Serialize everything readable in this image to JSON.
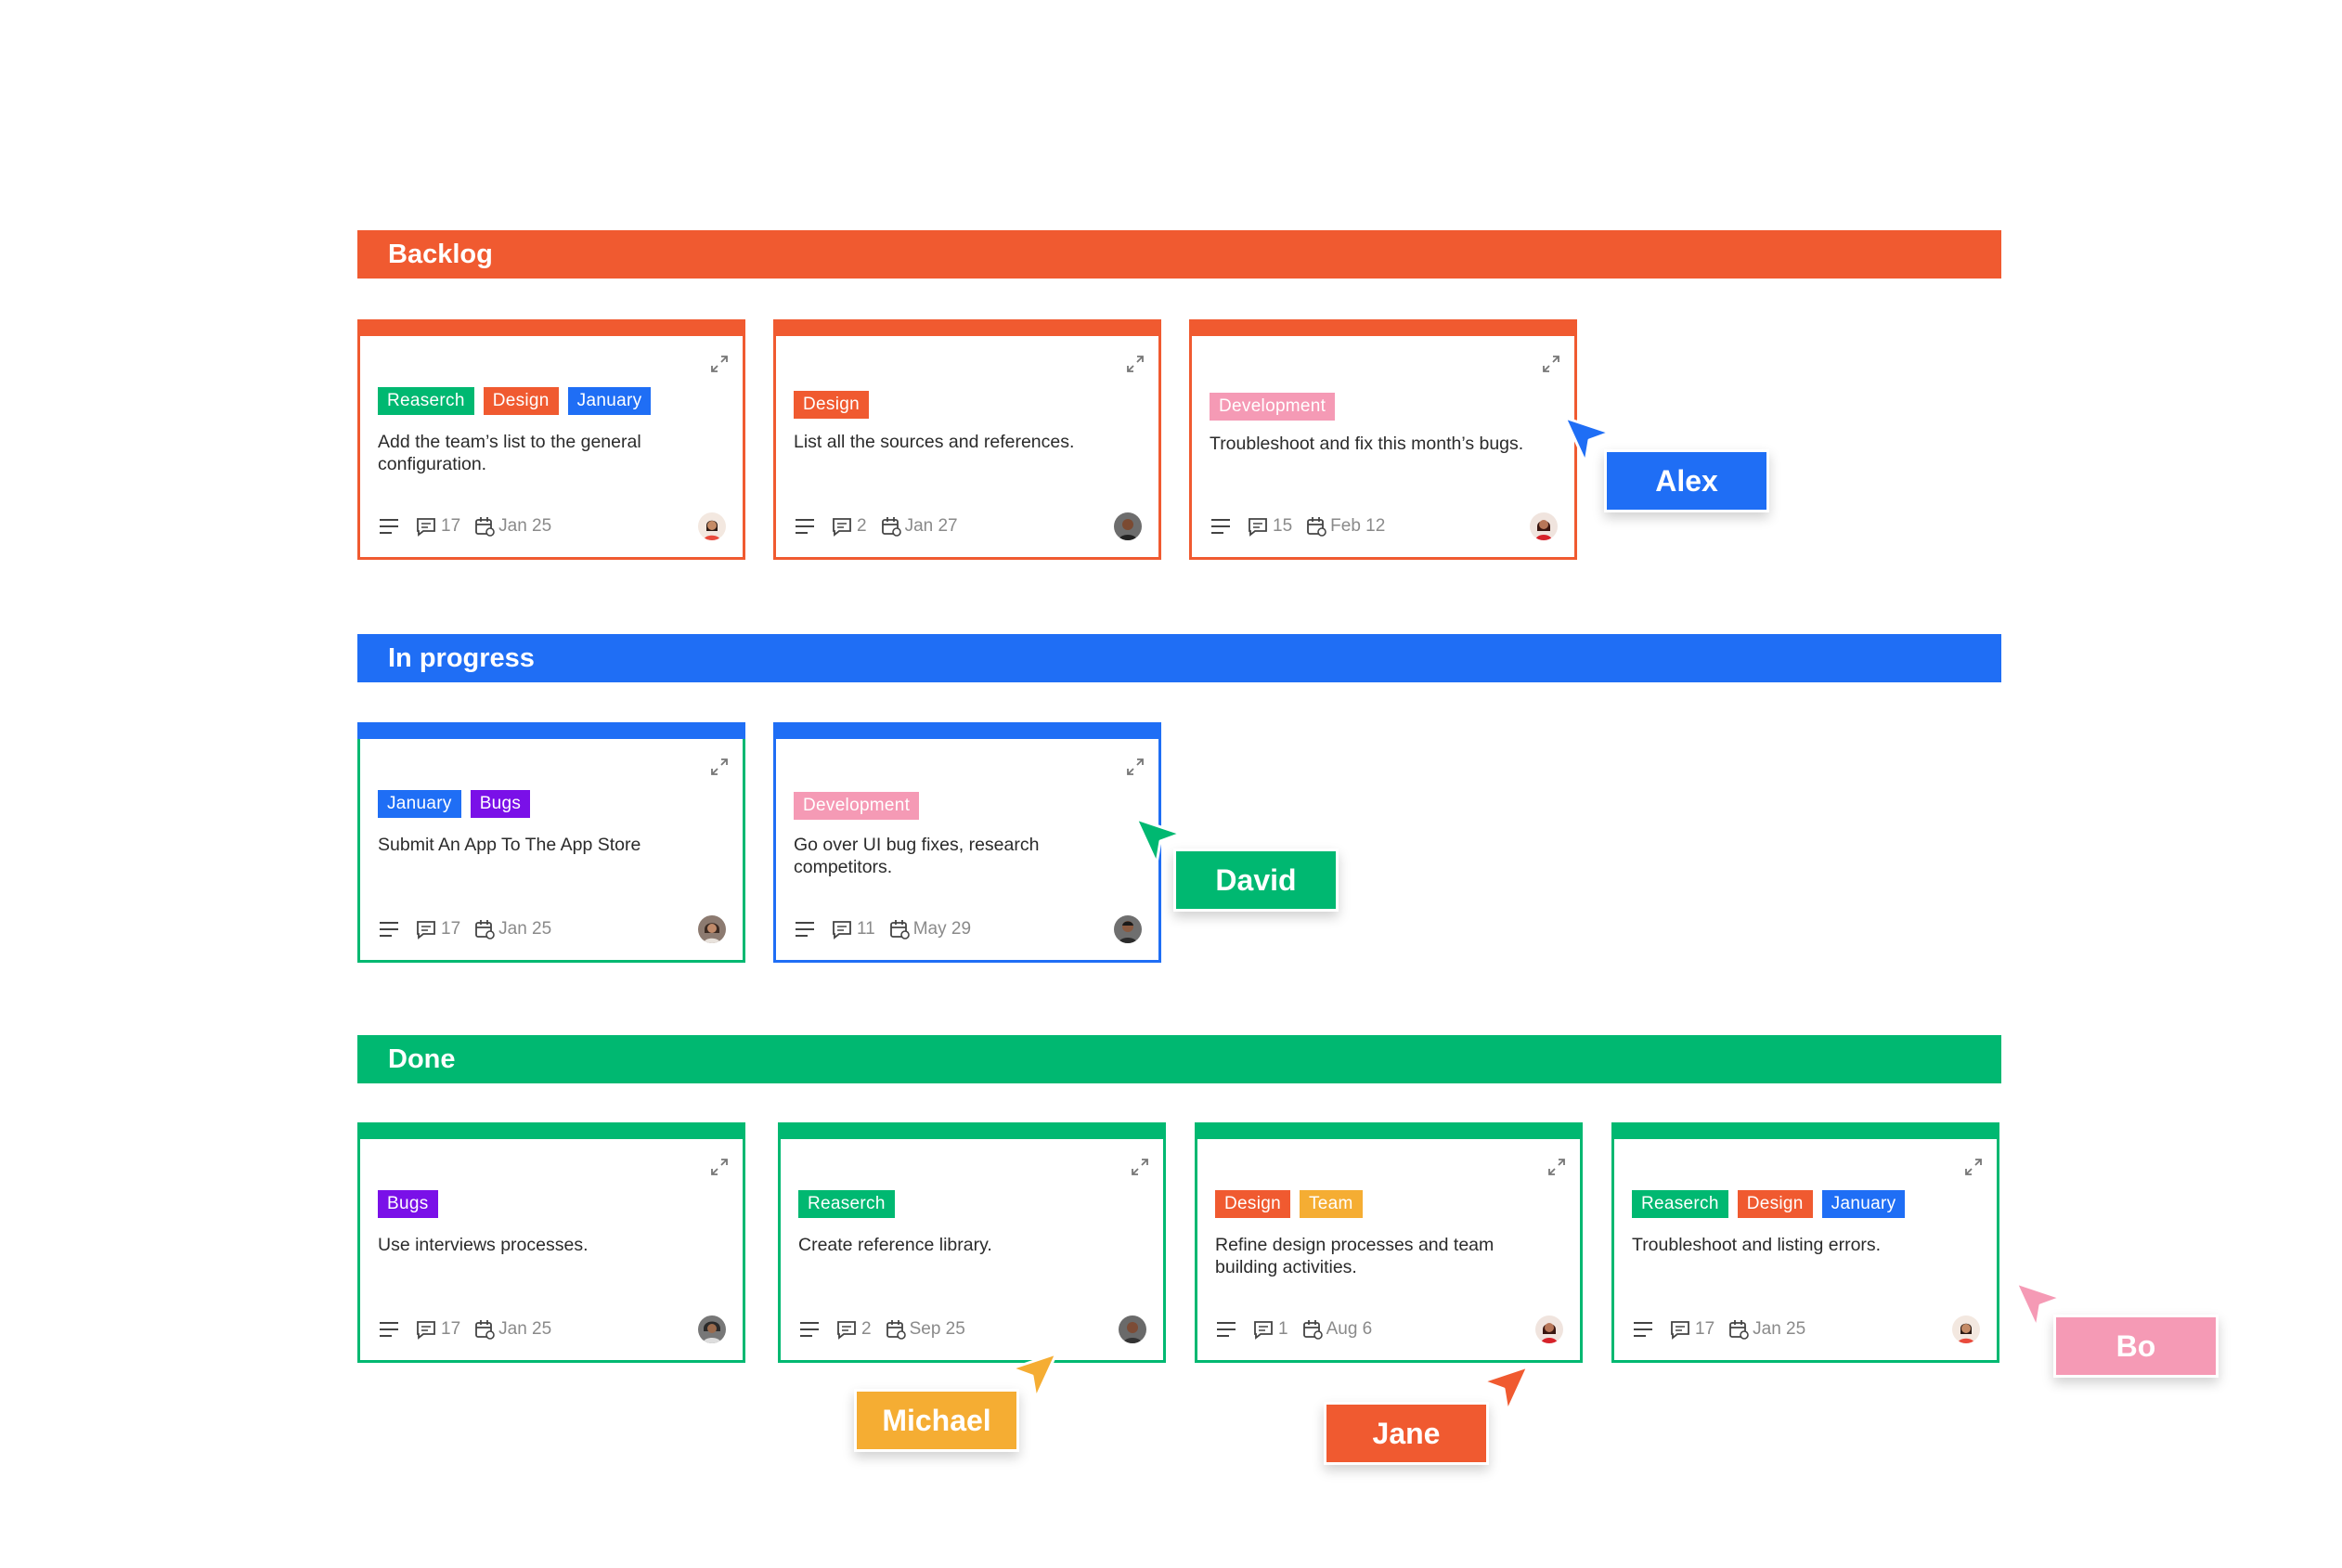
{
  "colors": {
    "orange": "#f05a30",
    "blue": "#1f6ef5",
    "green": "#00b871",
    "purple": "#7a10e8",
    "pink": "#f59ab5",
    "yellow": "#f5ad33"
  },
  "sections": [
    {
      "title": "Backlog",
      "color": "#f05a30",
      "cards": [
        {
          "tags": [
            {
              "label": "Reaserch",
              "color": "#00b871"
            },
            {
              "label": "Design",
              "color": "#f05a30"
            },
            {
              "label": "January",
              "color": "#1f6ef5"
            }
          ],
          "text": "Add the team’s list to the general configuration.",
          "comments": "17",
          "date": "Jan 25",
          "border": "#f05a30",
          "top": "#f05a30"
        },
        {
          "tags": [
            {
              "label": "Design",
              "color": "#f05a30"
            }
          ],
          "text": "List all the sources and references.",
          "comments": "2",
          "date": "Jan 27",
          "border": "#f05a30",
          "top": "#f05a30"
        },
        {
          "tags": [
            {
              "label": "Development",
              "color": "#f59ab5"
            }
          ],
          "text": "Troubleshoot and fix this month’s bugs.",
          "comments": "15",
          "date": "Feb 12",
          "border": "#f05a30",
          "top": "#f05a30"
        }
      ]
    },
    {
      "title": "In progress",
      "color": "#1f6ef5",
      "cards": [
        {
          "tags": [
            {
              "label": "January",
              "color": "#1f6ef5"
            },
            {
              "label": "Bugs",
              "color": "#7a10e8"
            }
          ],
          "text": "Submit An App To The App Store",
          "comments": "17",
          "date": "Jan 25",
          "border": "#00b871",
          "top": "#1f6ef5"
        },
        {
          "tags": [
            {
              "label": "Development",
              "color": "#f59ab5"
            }
          ],
          "text": "Go over UI bug fixes, research competitors.",
          "comments": "11",
          "date": "May 29",
          "border": "#1f6ef5",
          "top": "#1f6ef5"
        }
      ]
    },
    {
      "title": "Done",
      "color": "#00b871",
      "cards": [
        {
          "tags": [
            {
              "label": "Bugs",
              "color": "#7a10e8"
            }
          ],
          "text": "Use interviews processes.",
          "comments": "17",
          "date": "Jan 25",
          "border": "#00b871",
          "top": "#00b871"
        },
        {
          "tags": [
            {
              "label": "Reaserch",
              "color": "#00b871"
            }
          ],
          "text": "Create reference library.",
          "comments": "2",
          "date": "Sep 25",
          "border": "#00b871",
          "top": "#00b871"
        },
        {
          "tags": [
            {
              "label": "Design",
              "color": "#f05a30"
            },
            {
              "label": "Team",
              "color": "#f5ad33"
            }
          ],
          "text": "Refine design processes and team building activities.",
          "comments": "1",
          "date": "Aug 6",
          "border": "#00b871",
          "top": "#00b871"
        },
        {
          "tags": [
            {
              "label": "Reaserch",
              "color": "#00b871"
            },
            {
              "label": "Design",
              "color": "#f05a30"
            },
            {
              "label": "January",
              "color": "#1f6ef5"
            }
          ],
          "text": "Troubleshoot and listing errors.",
          "comments": "17",
          "date": "Jan 25",
          "border": "#00b871",
          "top": "#00b871"
        }
      ]
    }
  ],
  "cursors": [
    {
      "name": "Alex",
      "color": "#1f6ef5",
      "direction": "up-left"
    },
    {
      "name": "David",
      "color": "#00b871",
      "direction": "up-left"
    },
    {
      "name": "Michael",
      "color": "#f5ad33",
      "direction": "up-right"
    },
    {
      "name": "Jane",
      "color": "#f05a30",
      "direction": "up-right"
    },
    {
      "name": "Bo",
      "color": "#f59ab5",
      "direction": "up-left"
    }
  ]
}
